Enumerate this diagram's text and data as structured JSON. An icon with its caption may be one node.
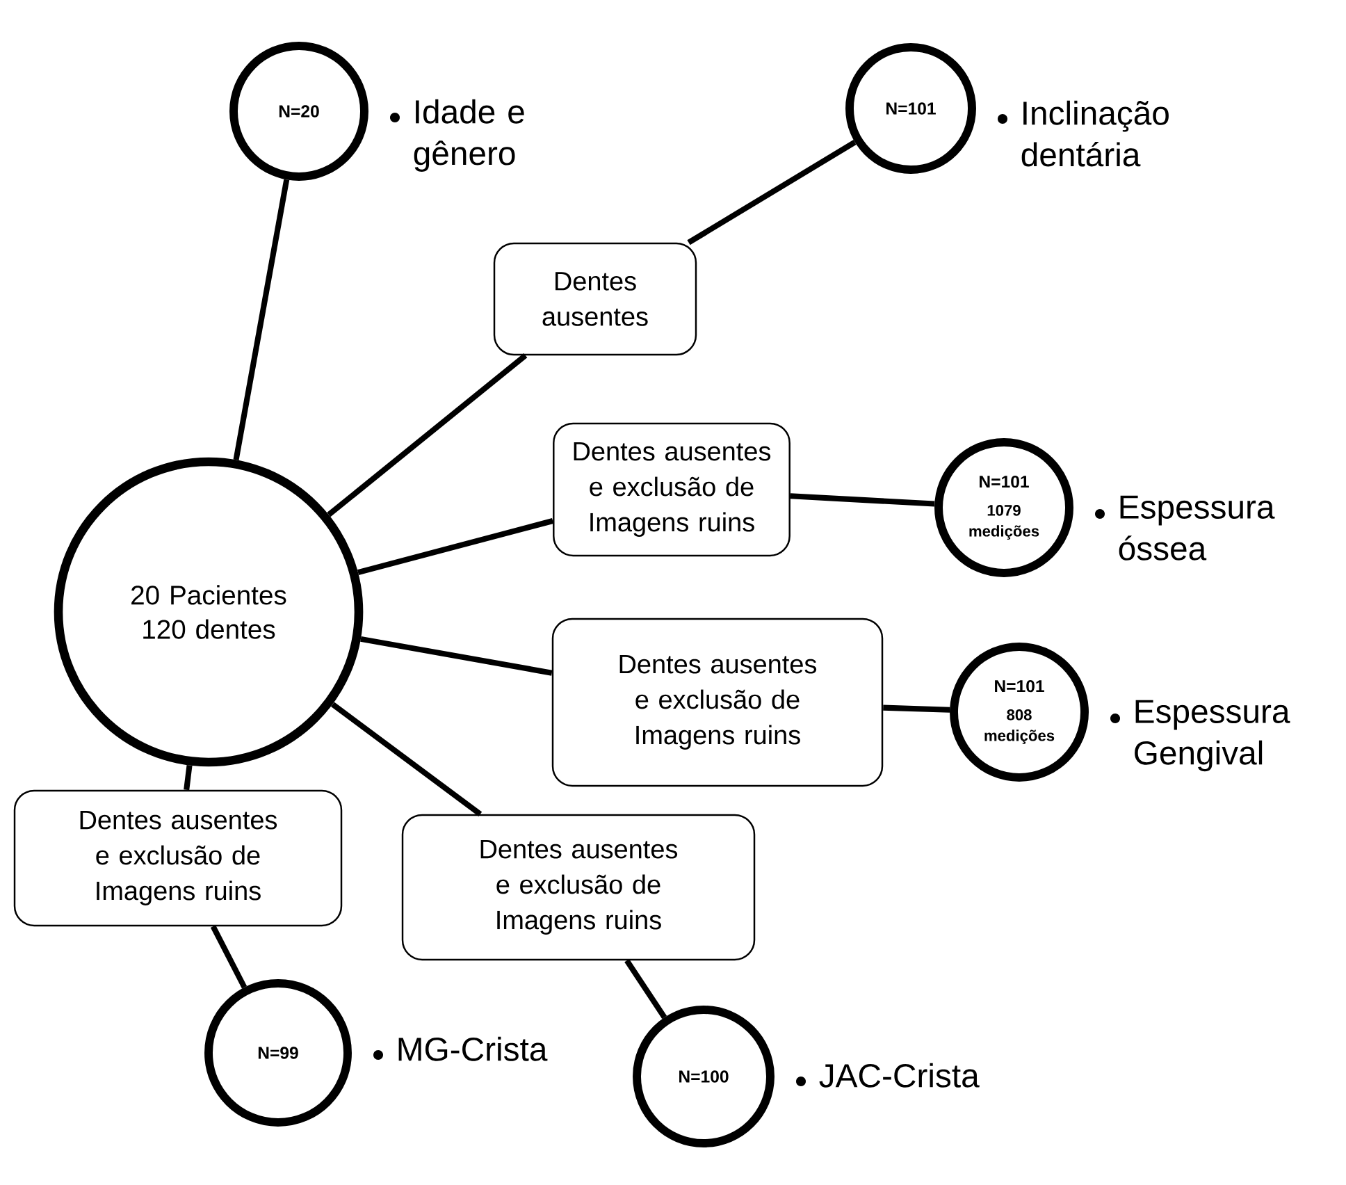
{
  "diagram": {
    "nodes": [
      {
        "text": [
          "20 Pacientes 120 dentes"
        ]
      },
      {
        "text": [
          "N=20"
        ],
        "beside": [
          "Idade e gênero"
        ]
      },
      {
        "text": [
          "Dentes ausentes"
        ]
      },
      {
        "text": [
          "N=101"
        ],
        "beside": [
          "Inclinação dentária"
        ]
      },
      {
        "text": [
          "Dentes ausentes e exclusão de Imagens ruins"
        ]
      },
      {
        "text": [
          "N=101",
          "1079 medições"
        ],
        "beside": [
          "Espessura óssea"
        ]
      },
      {
        "text": [
          "Dentes ausentes e exclusão de Imagens ruins"
        ]
      },
      {
        "text": [
          "N=101",
          "808 medições"
        ],
        "beside": [
          "Espessura Gengival"
        ]
      },
      {
        "text": [
          "Dentes ausentes e exclusão de Imagens ruins"
        ]
      },
      {
        "text": [
          "Dentes ausentes e exclusão de Imagens ruins"
        ]
      },
      {
        "text": [
          "N=99"
        ],
        "beside": [
          "MG-Crista"
        ]
      },
      {
        "text": [
          "N=100"
        ],
        "beside": [
          "JAC-Crista"
        ]
      }
    ],
    "edges": [
      {
        "from": 0,
        "to": 1,
        "arrow": "none"
      },
      {
        "from": 0,
        "to": 2,
        "arrow": "none"
      },
      {
        "from": 2,
        "to": 3,
        "arrow": "none"
      },
      {
        "from": 0,
        "to": 4,
        "arrow": "none"
      },
      {
        "from": 4,
        "to": 5,
        "arrow": "none"
      },
      {
        "from": 0,
        "to": 6,
        "arrow": "none"
      },
      {
        "from": 6,
        "to": 7,
        "arrow": "none"
      },
      {
        "from": 0,
        "to": 8,
        "arrow": "none"
      },
      {
        "from": 8,
        "to": 10,
        "arrow": "none"
      },
      {
        "from": 0,
        "to": 9,
        "arrow": "none"
      },
      {
        "from": 9,
        "to": 11,
        "arrow": "none"
      }
    ]
  }
}
